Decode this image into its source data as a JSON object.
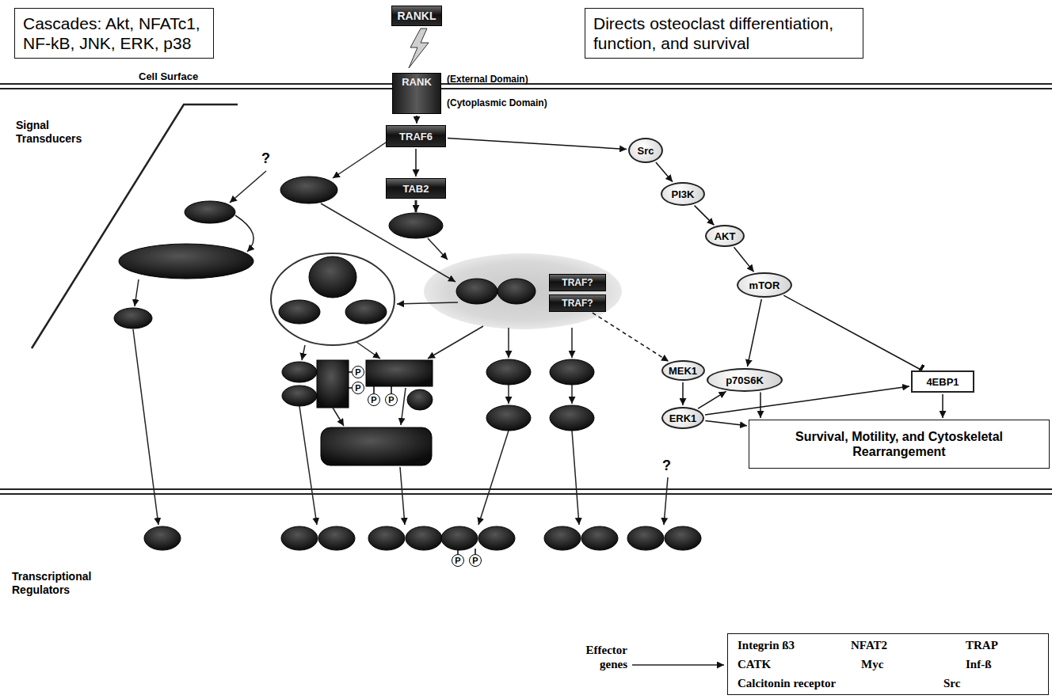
{
  "diagram": {
    "nodes": [
      {
        "text": [
          "Cascades: Akt, NFATc1, NF-kB, JNK, ERK, p38"
        ]
      },
      {
        "text": [
          "RANKL"
        ]
      },
      {
        "text": [
          "Directs osteoclast differentiation, function, and survival"
        ]
      },
      {
        "text": [
          "RANK",
          "(External Domain)",
          "(Cytoplasmic Domain)"
        ]
      },
      {
        "text": [
          "TRAF6"
        ]
      },
      {
        "text": [
          "Src"
        ]
      },
      {
        "text": [
          "TAB2"
        ]
      },
      {
        "text": [
          "PI3K"
        ]
      },
      {
        "text": [
          "AKT"
        ]
      },
      {
        "text": [
          "mTOR"
        ]
      },
      {
        "text": [
          "TRAF?"
        ]
      },
      {
        "text": [
          "TRAF?"
        ]
      },
      {
        "text": [
          "MEK1"
        ]
      },
      {
        "text": [
          "p70S6K"
        ]
      },
      {
        "text": [
          "4EBP1"
        ]
      },
      {
        "text": [
          "ERK1"
        ]
      },
      {
        "text": [
          "Survival, Motility, and Cytoskeletal Rearrangement"
        ]
      },
      {
        "text": [
          "Integrin ß3",
          "NFAT2",
          "TRAP",
          "CATK",
          "Myc",
          "Inf-ß",
          "Calcitonin receptor",
          "Src"
        ]
      },
      {
        "text": [
          "P"
        ]
      },
      {
        "text": [
          "P"
        ]
      },
      {
        "text": [
          "P"
        ]
      },
      {
        "text": [
          "P"
        ]
      },
      {
        "text": [
          "P"
        ]
      },
      {
        "text": [
          "P"
        ]
      }
    ],
    "edges": [
      {
        "from": 3,
        "to": 4,
        "arrow": "to"
      },
      {
        "from": 4,
        "to": 6,
        "arrow": "to"
      },
      {
        "from": 4,
        "to": 5,
        "arrow": "to"
      },
      {
        "from": 5,
        "to": 7,
        "arrow": "to"
      },
      {
        "from": 7,
        "to": 8,
        "arrow": "to"
      },
      {
        "from": 8,
        "to": 9,
        "arrow": "to"
      },
      {
        "from": 9,
        "to": 13,
        "arrow": "to"
      },
      {
        "from": 9,
        "to": 14,
        "arrow": "to"
      },
      {
        "from": 11,
        "to": 12,
        "arrow": "to"
      },
      {
        "from": 12,
        "to": 15,
        "arrow": "to"
      },
      {
        "from": 15,
        "to": 13,
        "arrow": "to"
      },
      {
        "from": 15,
        "to": 14,
        "arrow": "to"
      },
      {
        "from": 15,
        "to": 16,
        "arrow": "to"
      },
      {
        "from": 13,
        "to": 16,
        "arrow": "to"
      },
      {
        "from": 14,
        "to": 16,
        "arrow": "to"
      }
    ],
    "labels": [
      "Cell Surface",
      "Signal Transducers",
      "?",
      "?",
      "Transcriptional Regulators",
      "Effector genes"
    ]
  }
}
